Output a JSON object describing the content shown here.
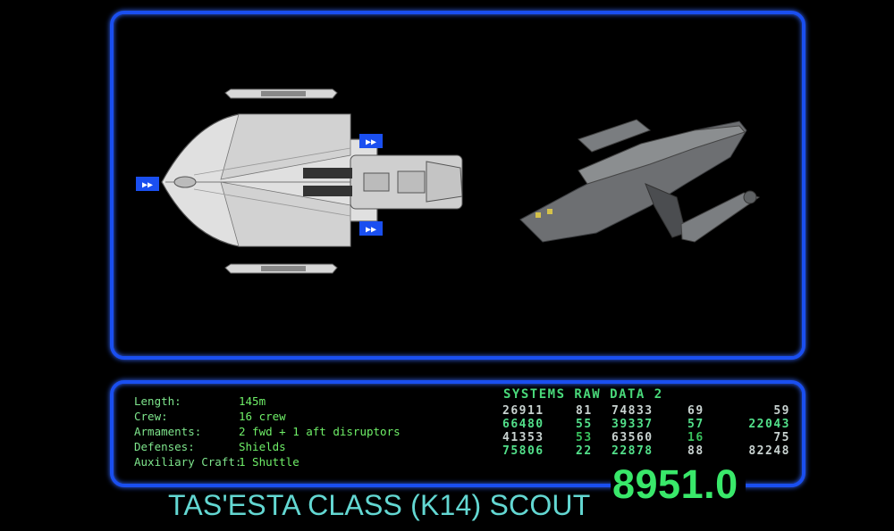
{
  "specs": [
    {
      "label": "Length:",
      "value": "145m"
    },
    {
      "label": "Crew:",
      "value": "16 crew"
    },
    {
      "label": "Armaments:",
      "value": "2 fwd + 1 aft disruptors"
    },
    {
      "label": "Defenses:",
      "value": "Shields"
    },
    {
      "label": "Auxiliary Craft:",
      "value": "1 Shuttle"
    }
  ],
  "systems": {
    "title": "SYSTEMS RAW DATA 2",
    "rows": [
      [
        "26911",
        "81",
        "74833",
        "69",
        "59"
      ],
      [
        "66480",
        "55",
        "39337",
        "57",
        "22043"
      ],
      [
        "41353",
        "53",
        "63560",
        "16",
        "75"
      ],
      [
        "75806",
        "22",
        "22878",
        "88",
        "82248"
      ]
    ]
  },
  "readout": "8951.0",
  "ship_title": "TAS'ESTA CLASS (K14) SCOUT",
  "colors": {
    "frame": "#1a4ff0",
    "spec_text": "#6fef68",
    "readout": "#39e86a",
    "title": "#63d7d2"
  }
}
